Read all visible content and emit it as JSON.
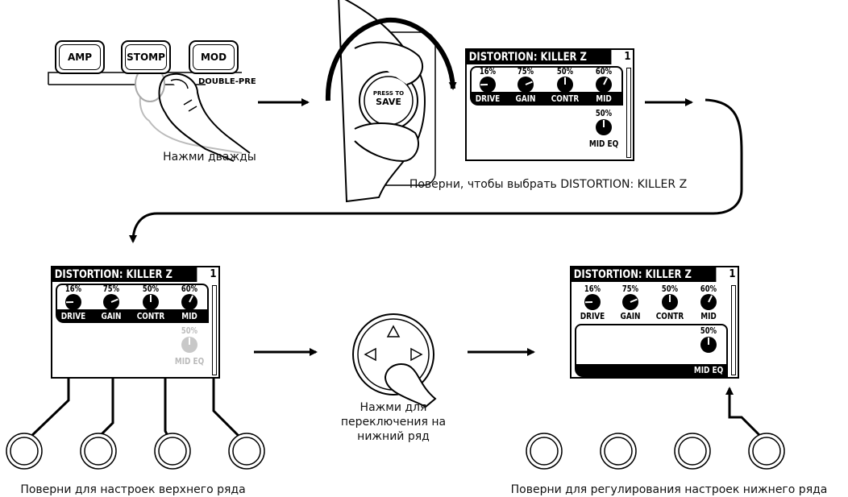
{
  "step1": {
    "buttons": [
      "AMP",
      "STOMP",
      "MOD"
    ],
    "sub_label": "DOUBLE-PRE",
    "caption": "Нажми дважды"
  },
  "step2": {
    "save_button": {
      "line1": "PRESS TO",
      "line2": "SAVE"
    },
    "caption": "Поверни, чтобы выбрать DISTORTION: KILLER Z"
  },
  "display": {
    "title": "DISTORTION: KILLER Z",
    "page": "1",
    "top_row": [
      {
        "label": "DRIVE",
        "value": "16%",
        "level": 0.16
      },
      {
        "label": "GAIN",
        "value": "75%",
        "level": 0.75
      },
      {
        "label": "CONTR",
        "value": "50%",
        "level": 0.5
      },
      {
        "label": "MID",
        "value": "60%",
        "level": 0.6
      }
    ],
    "bottom_row": [
      {
        "label": "MID EQ",
        "value": "50%",
        "level": 0.5
      }
    ]
  },
  "step3": {
    "caption": "Поверни для настроек верхнего ряда"
  },
  "step4": {
    "caption": "Нажми для переключения на нижний ряд"
  },
  "step5": {
    "caption": "Поверни для регулирования настроек нижнего ряда"
  }
}
